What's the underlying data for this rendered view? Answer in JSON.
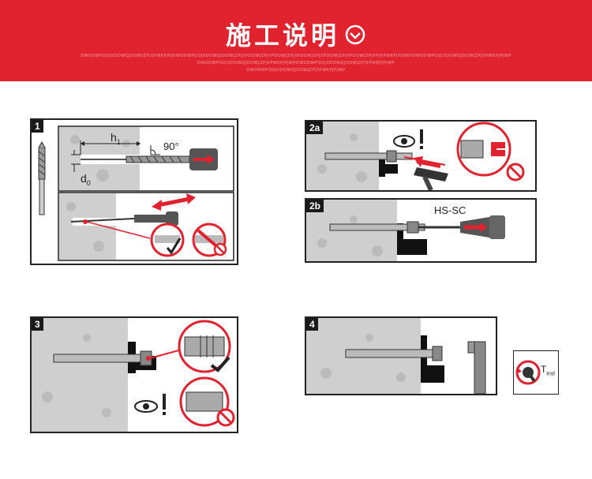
{
  "header": {
    "title": "施工说明",
    "deco_line1": "DWODWPQOJXDOWQJDOWJZPJXPWKPJPJDWODWPQOJXDOWQJDOWJZPJXPDOWJZPJXPDOWJZPJXPDOWJZPJXPDOWJZPJXPDOWJZPJXPJXPWKPJPJDWPDWODWPQOJXDOWQJDOWJZPJXPWKPJPJWP",
    "deco_line2": "DWODWPQOJXDOWQJDOWJZPJXPWKPJPJWPDWODWPQOJXDOWQJDOWJZPJXPWKPJPJWP",
    "deco_line3": "DWODWPQOJXDOWQJDOWJZPJXPWKPJPJWP",
    "accent": "#e0232f"
  },
  "steps": {
    "s1": {
      "num": "1",
      "h_label": "h",
      "h_sub": "1",
      "d_label": "d",
      "d_sub": "0",
      "angle": "90°"
    },
    "s2a": {
      "num": "2a"
    },
    "s2b": {
      "num": "2b",
      "tool": "HS-SC"
    },
    "s3": {
      "num": "3"
    },
    "s4": {
      "num": "4",
      "torque_label": "T",
      "torque_sub": "inst"
    }
  }
}
